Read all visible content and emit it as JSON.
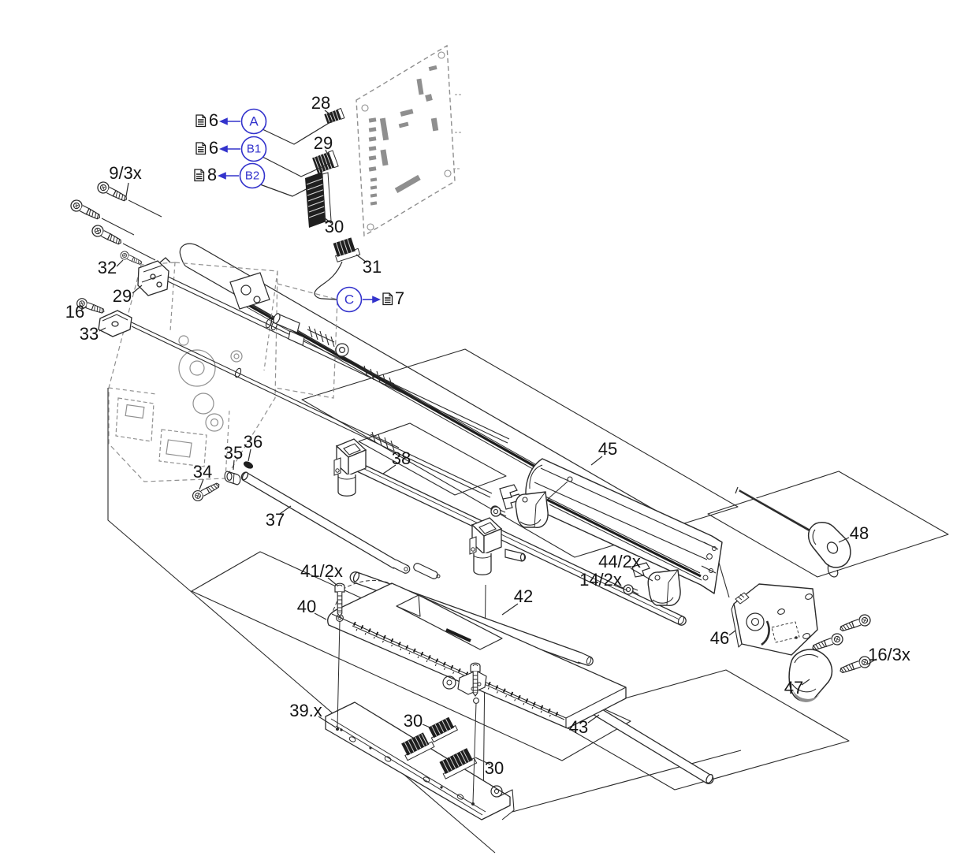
{
  "figure": {
    "type": "exploded-parts-diagram",
    "description": "Exploded view of printer print unit: PCB connectors, print head, guide shafts, platen roller and mounting hardware",
    "colors": {
      "background": "#ffffff",
      "line": "#2b2b2b",
      "reference_blue": "#3333cc",
      "ghost_gray": "#8f8f8f"
    }
  },
  "callouts": [
    {
      "label": "28"
    },
    {
      "label": "29"
    },
    {
      "label": "9/3x"
    },
    {
      "label": "30"
    },
    {
      "label": "32"
    },
    {
      "label": "31"
    },
    {
      "label": "29"
    },
    {
      "label": "16"
    },
    {
      "label": "33"
    },
    {
      "label": "36"
    },
    {
      "label": "35"
    },
    {
      "label": "38"
    },
    {
      "label": "45"
    },
    {
      "label": "34"
    },
    {
      "label": "37"
    },
    {
      "label": "48"
    },
    {
      "label": "44/2x"
    },
    {
      "label": "14/2x"
    },
    {
      "label": "41/2x"
    },
    {
      "label": "42"
    },
    {
      "label": "40"
    },
    {
      "label": "46"
    },
    {
      "label": "16/3x"
    },
    {
      "label": "47"
    },
    {
      "label": "39.x"
    },
    {
      "label": "30"
    },
    {
      "label": "43"
    },
    {
      "label": "30"
    }
  ],
  "references": [
    {
      "id": "A",
      "page": "6"
    },
    {
      "id": "B1",
      "page": "6"
    },
    {
      "id": "B2",
      "page": "8"
    },
    {
      "id": "C",
      "page": "7"
    }
  ]
}
